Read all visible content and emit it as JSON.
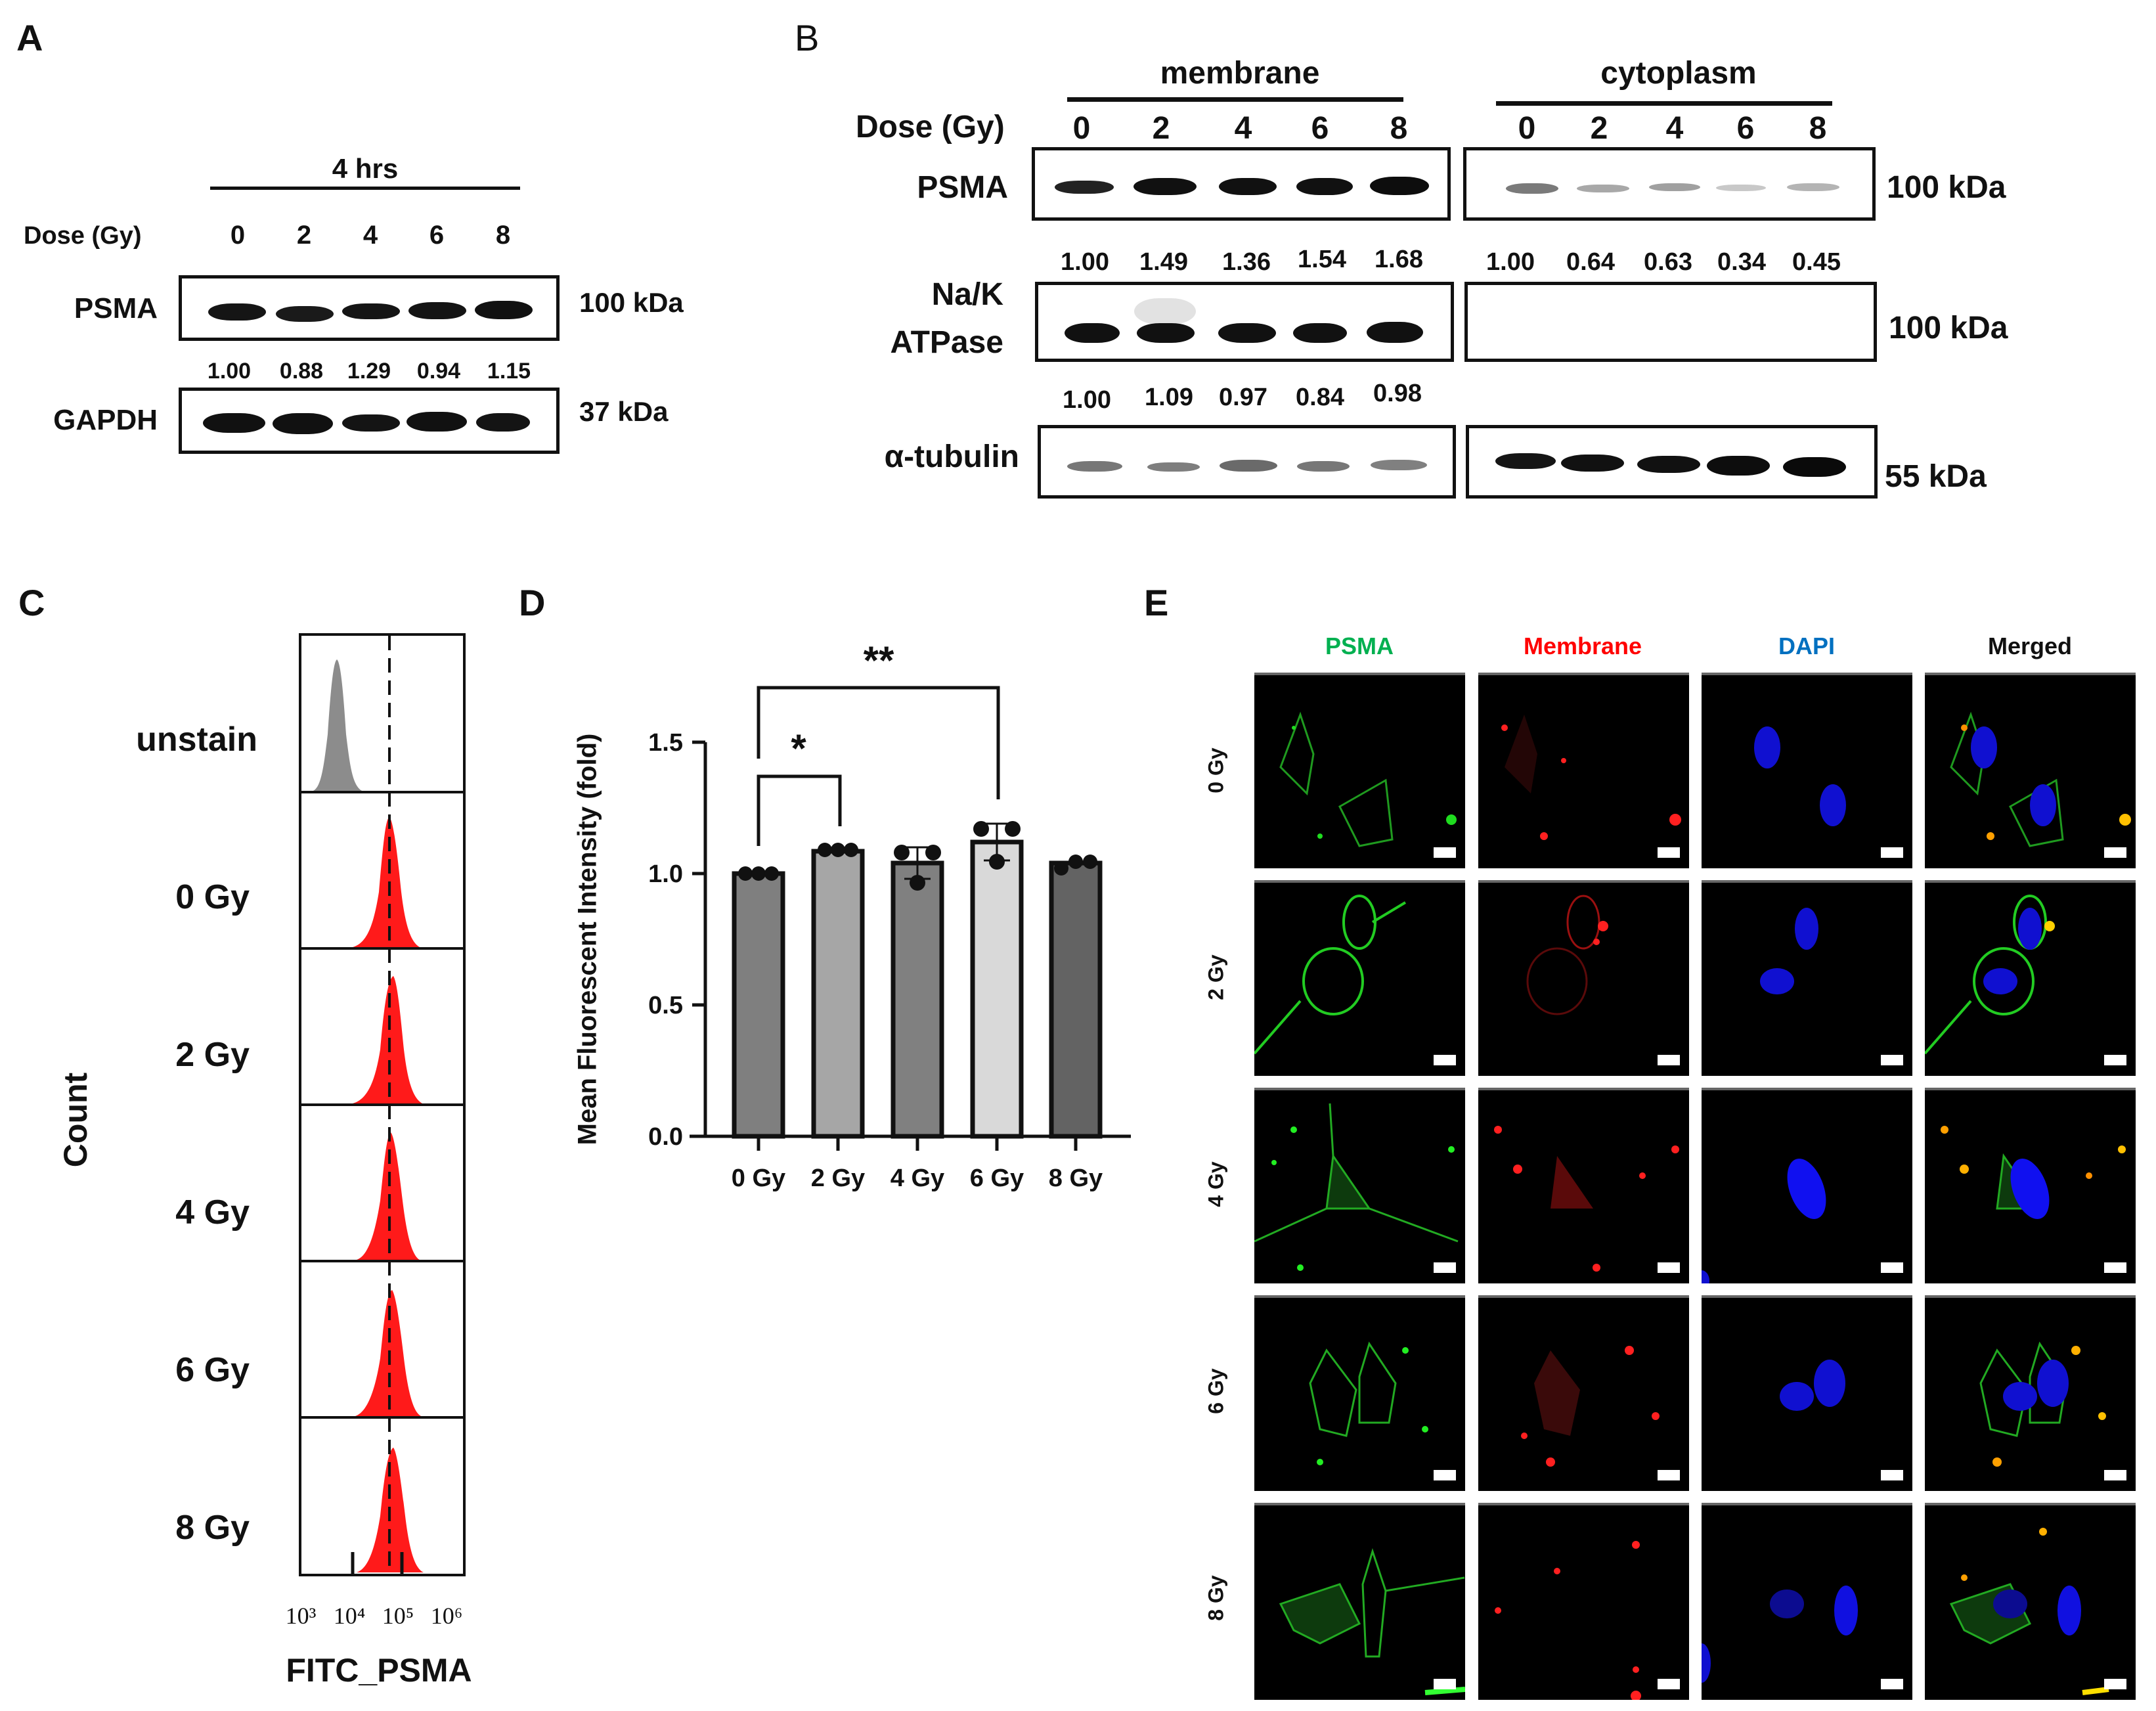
{
  "panels": {
    "A": {
      "label": "A",
      "timepoint": "4 hrs",
      "dose_label": "Dose (Gy)",
      "doses": [
        "0",
        "2",
        "4",
        "6",
        "8"
      ],
      "blots": [
        {
          "name": "PSMA",
          "kda": "100 kDa"
        },
        {
          "name": "GAPDH",
          "kda": "37 kDa"
        }
      ],
      "quant": [
        "1.00",
        "0.88",
        "1.29",
        "0.94",
        "1.15"
      ]
    },
    "B": {
      "label": "B",
      "fractions": [
        "membrane",
        "cytoplasm"
      ],
      "dose_label": "Dose (Gy)",
      "doses": [
        "0",
        "2",
        "4",
        "6",
        "8"
      ],
      "blots": [
        {
          "name": "PSMA",
          "kda": "100 kDa"
        },
        {
          "name": "Na/K ATPase",
          "name_line1": "Na/K",
          "name_line2": "ATPase",
          "kda": "100 kDa"
        },
        {
          "name": "α-tubulin",
          "kda": "55 kDa"
        }
      ],
      "quant_psma_membrane": [
        "1.00",
        "1.49",
        "1.36",
        "1.54",
        "1.68"
      ],
      "quant_psma_cytoplasm": [
        "1.00",
        "0.64",
        "0.63",
        "0.34",
        "0.45"
      ],
      "quant_nak_membrane": [
        "1.00",
        "1.09",
        "0.97",
        "0.84",
        "0.98"
      ]
    },
    "C": {
      "label": "C",
      "ylabel": "Count",
      "xlabel": "FITC_PSMA",
      "rows": [
        "unstain",
        "0 Gy",
        "2 Gy",
        "4 Gy",
        "6 Gy",
        "8 Gy"
      ],
      "xticks": [
        "10³",
        "10⁴",
        "10⁵",
        "10⁶"
      ],
      "colors": {
        "unstain": "#8c8c8c",
        "stained": "#ff1a1a"
      }
    },
    "D": {
      "label": "D",
      "sig_pairs": [
        {
          "from": "0 Gy",
          "to": "2 Gy",
          "mark": "*"
        },
        {
          "from": "0 Gy",
          "to": "6 Gy",
          "mark": "**"
        }
      ]
    },
    "E": {
      "label": "E",
      "columns": [
        {
          "label": "PSMA",
          "color": "#00b050"
        },
        {
          "label": "Membrane",
          "color": "#ff0000"
        },
        {
          "label": "DAPI",
          "color": "#0070c0"
        },
        {
          "label": "Merged",
          "color": "#111111"
        }
      ],
      "rows": [
        "0 Gy",
        "2 Gy",
        "4 Gy",
        "6 Gy",
        "8 Gy"
      ]
    }
  },
  "chart_data": [
    {
      "type": "bar",
      "title": "",
      "xlabel": "",
      "ylabel": "Mean Fluorescent Intensity (fold)",
      "categories": [
        "0 Gy",
        "2 Gy",
        "4 Gy",
        "6 Gy",
        "8 Gy"
      ],
      "values": [
        1.0,
        1.09,
        1.04,
        1.12,
        1.04
      ],
      "error": [
        0.0,
        0.01,
        0.06,
        0.07,
        0.02
      ],
      "points": [
        [
          1.0,
          1.0,
          1.0
        ],
        [
          1.09,
          1.09,
          1.09
        ],
        [
          1.08,
          0.97,
          1.08
        ],
        [
          1.17,
          1.05,
          1.17
        ],
        [
          1.02,
          1.05,
          1.05
        ]
      ],
      "bar_colors": [
        "#7f7f7f",
        "#a6a6a6",
        "#808080",
        "#d9d9d9",
        "#636363"
      ],
      "ylim": [
        0,
        1.5
      ],
      "yticks": [
        "0.0",
        "0.5",
        "1.0",
        "1.5"
      ],
      "annotations": [
        {
          "text": "*",
          "between": [
            "0 Gy",
            "2 Gy"
          ]
        },
        {
          "text": "**",
          "between": [
            "0 Gy",
            "6 Gy"
          ]
        }
      ],
      "grid": false
    },
    {
      "type": "table",
      "title": "Panel A PSMA/GAPDH quantification (4 hrs)",
      "categories": [
        "0",
        "2",
        "4",
        "6",
        "8"
      ],
      "values": [
        1.0,
        0.88,
        1.29,
        0.94,
        1.15
      ]
    },
    {
      "type": "table",
      "title": "Panel B quantification",
      "categories": [
        "0",
        "2",
        "4",
        "6",
        "8"
      ],
      "series": [
        {
          "name": "PSMA membrane",
          "values": [
            1.0,
            1.49,
            1.36,
            1.54,
            1.68
          ]
        },
        {
          "name": "PSMA cytoplasm",
          "values": [
            1.0,
            0.64,
            0.63,
            0.34,
            0.45
          ]
        },
        {
          "name": "Na/K ATPase membrane",
          "values": [
            1.0,
            1.09,
            0.97,
            0.84,
            0.98
          ]
        }
      ]
    }
  ]
}
